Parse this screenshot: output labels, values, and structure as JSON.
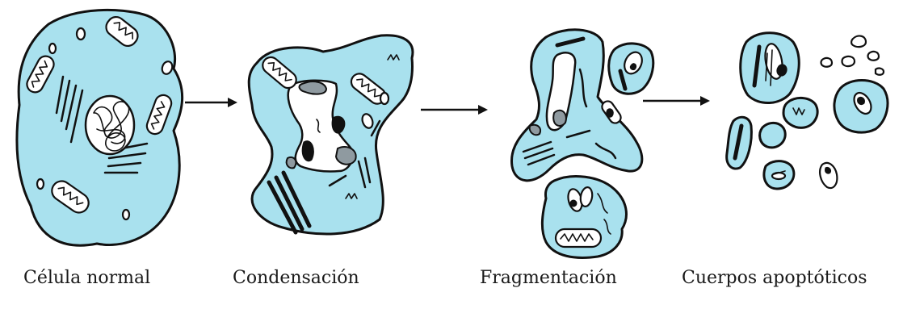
{
  "stages": [
    {
      "id": "normal",
      "label": "Célula normal"
    },
    {
      "id": "condensation",
      "label": "Condensación"
    },
    {
      "id": "fragmentation",
      "label": "Fragmentación"
    },
    {
      "id": "apoptotic-bodies",
      "label": "Cuerpos apoptóticos"
    }
  ],
  "colors": {
    "cytoplasm": "#a9e1ee",
    "outline": "#111111",
    "chromatin": "#8f9aa0",
    "background": "#ffffff"
  },
  "arrow_count": 3
}
